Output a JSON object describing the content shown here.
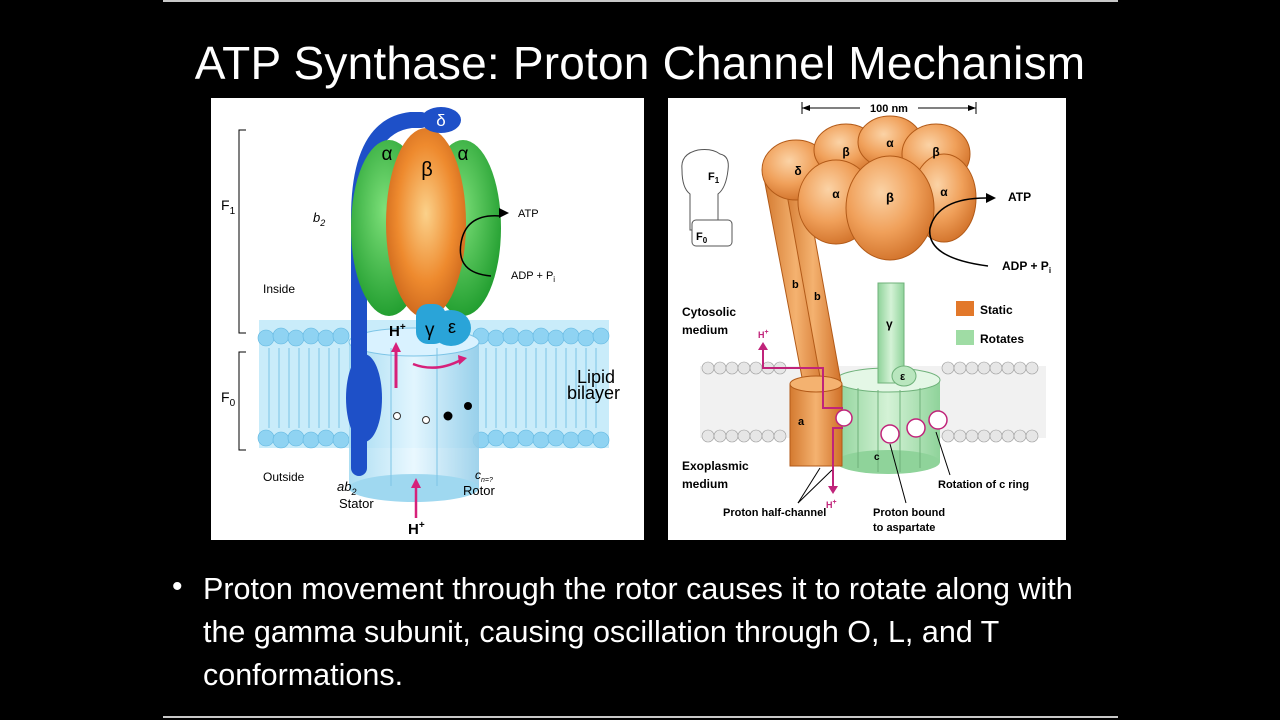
{
  "slide": {
    "title": "ATP Synthase: Proton Channel Mechanism",
    "bullet_marker": "•",
    "bullet_text": "Proton movement through the rotor causes it to rotate along with the gamma subunit, causing oscillation through O, L, and T conformations."
  },
  "left_figure": {
    "labels": {
      "delta": "δ",
      "alpha_left": "α",
      "beta": "β",
      "alpha_right": "α",
      "f1": "F",
      "f1_sub": "1",
      "f0": "F",
      "f0_sub": "0",
      "b2": "b",
      "b2_sub": "2",
      "atp": "ATP",
      "adp": "ADP + P",
      "adp_sub": "i",
      "inside": "Inside",
      "outside": "Outside",
      "h_top": "H",
      "h_top_sup": "+",
      "gamma": "γ",
      "epsilon": "ε",
      "lipid": "Lipid",
      "bilayer": "bilayer",
      "stator_ab": "ab",
      "stator_sub": "2",
      "stator": "Stator",
      "rotor_c": "c",
      "rotor_sub": "n=?",
      "rotor": "Rotor",
      "h_bottom": "H",
      "h_bottom_sup": "+"
    }
  },
  "right_figure": {
    "labels": {
      "scale": "100 nm",
      "f1": "F",
      "f1_sub": "1",
      "f0": "F",
      "f0_sub": "0",
      "delta": "δ",
      "beta1": "β",
      "alpha_top": "α",
      "beta2": "β",
      "alpha_left": "α",
      "beta_center": "β",
      "alpha_right": "α",
      "atp": "ATP",
      "adp": "ADP + P",
      "adp_sub": "i",
      "b1": "b",
      "b2": "b",
      "gamma": "γ",
      "epsilon": "ε",
      "a": "a",
      "c": "c",
      "cytosolic": "Cytosolic",
      "cytosolic2": "medium",
      "exoplasmic": "Exoplasmic",
      "exoplasmic2": "medium",
      "h": "H",
      "h_sup": "+",
      "legend_static": "Static",
      "legend_rotates": "Rotates",
      "half_channel": "Proton half-channel",
      "proton_bound": "Proton bound",
      "proton_bound2": "to aspartate",
      "rotation": "Rotation of c ring"
    },
    "legend_colors": {
      "static": "#e2782a",
      "rotates": "#9fdca4"
    }
  }
}
